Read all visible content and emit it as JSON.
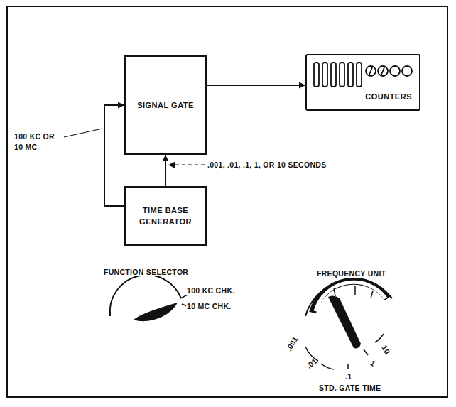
{
  "diagram": {
    "nodes": [
      {
        "text": [
          "SIGNAL GATE"
        ]
      },
      {
        "text": [
          "TIME BASE GENERATOR"
        ]
      },
      {
        "text": [
          "COUNTERS"
        ]
      }
    ],
    "edges": [
      {
        "from": 0,
        "to": 2,
        "arrow": "to"
      },
      {
        "from": 1,
        "to": 0,
        "label": ".001, .01, .1, 1, OR 10 SECONDS",
        "arrow": "to"
      },
      {
        "from": 1,
        "to": 0,
        "label": "100 KC OR 10 MC",
        "arrow": "to"
      }
    ],
    "labels": [
      "FUNCTION SELECTOR",
      "100 KC CHK.",
      "10 MC CHK.",
      "FREQUENCY UNIT",
      ".001",
      ".01",
      ".1",
      "1",
      "10",
      "STD. GATE TIME"
    ]
  }
}
